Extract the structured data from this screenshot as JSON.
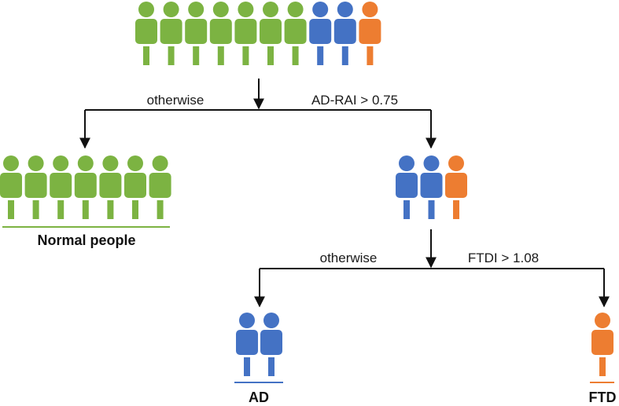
{
  "colors": {
    "normal": "#7cb342",
    "ad": "#4472c4",
    "ftd": "#ed7d31",
    "line": "#111111"
  },
  "icon": "person-icon",
  "root": {
    "people": [
      "normal",
      "normal",
      "normal",
      "normal",
      "normal",
      "normal",
      "normal",
      "ad",
      "ad",
      "ftd"
    ]
  },
  "split1": {
    "left_label": "otherwise",
    "right_label": "AD-RAI > 0.75"
  },
  "normal_group": {
    "people": [
      "normal",
      "normal",
      "normal",
      "normal",
      "normal",
      "normal",
      "normal"
    ],
    "label": "Normal people"
  },
  "mid_group": {
    "people": [
      "ad",
      "ad",
      "ftd"
    ]
  },
  "split2": {
    "left_label": "otherwise",
    "right_label": "FTDI > 1.08"
  },
  "ad_group": {
    "people": [
      "ad",
      "ad"
    ],
    "label": "AD"
  },
  "ftd_group": {
    "people": [
      "ftd"
    ],
    "label": "FTD"
  }
}
